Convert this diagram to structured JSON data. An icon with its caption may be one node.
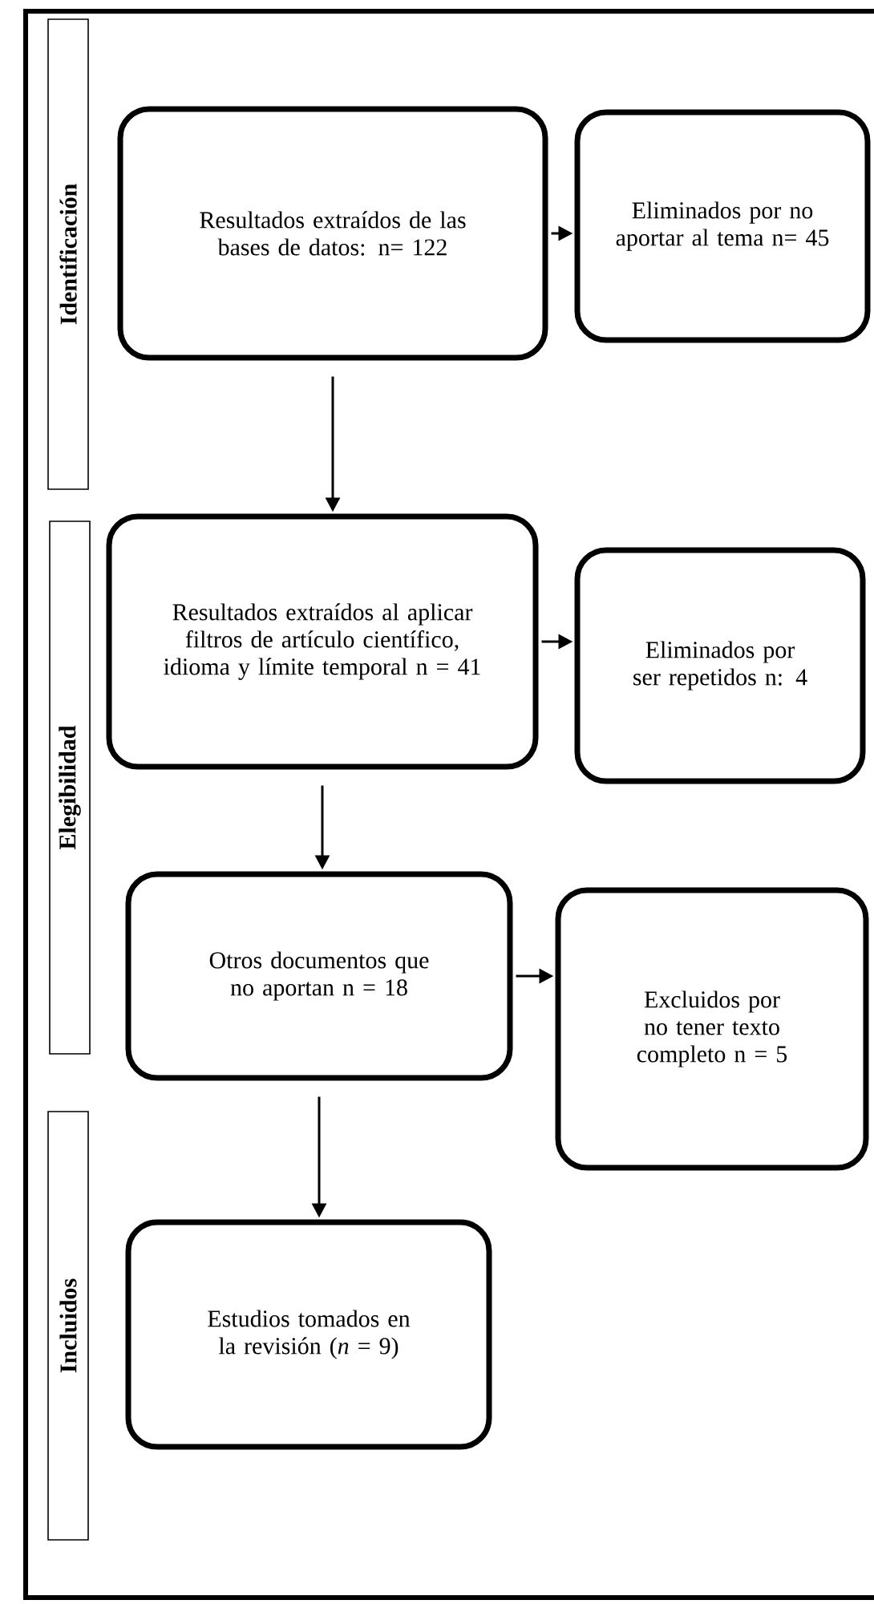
{
  "diagram": {
    "nodes": [
      {
        "text": [
          "Identificación"
        ]
      },
      {
        "text": [
          "Resultados extraídos de las bases de datos: n= 122"
        ]
      },
      {
        "text": [
          "Eliminados por no aportar al tema n= 45"
        ]
      },
      {
        "text": [
          "Elegibilidad"
        ]
      },
      {
        "text": [
          "Resultados extraídos al aplicar filtros de artículo científico, idioma y límite temporal n = 41"
        ]
      },
      {
        "text": [
          "Eliminados por ser repetidos n: 4"
        ]
      },
      {
        "text": [
          "Otros documentos que no aportan n = 18"
        ]
      },
      {
        "text": [
          "Excluidos por no tener texto completo n = 5"
        ]
      },
      {
        "text": [
          "Incluidos"
        ]
      },
      {
        "text": [
          "Estudios tomados en la revisión (*n* = 9)"
        ]
      }
    ],
    "edges": [
      {
        "from": 1,
        "to": 2,
        "arrow": "to"
      },
      {
        "from": 1,
        "to": 4,
        "arrow": "to"
      },
      {
        "from": 4,
        "to": 5,
        "arrow": "to"
      },
      {
        "from": 4,
        "to": 6,
        "arrow": "to"
      },
      {
        "from": 6,
        "to": 7,
        "arrow": "to"
      },
      {
        "from": 6,
        "to": 9,
        "arrow": "to"
      }
    ]
  }
}
